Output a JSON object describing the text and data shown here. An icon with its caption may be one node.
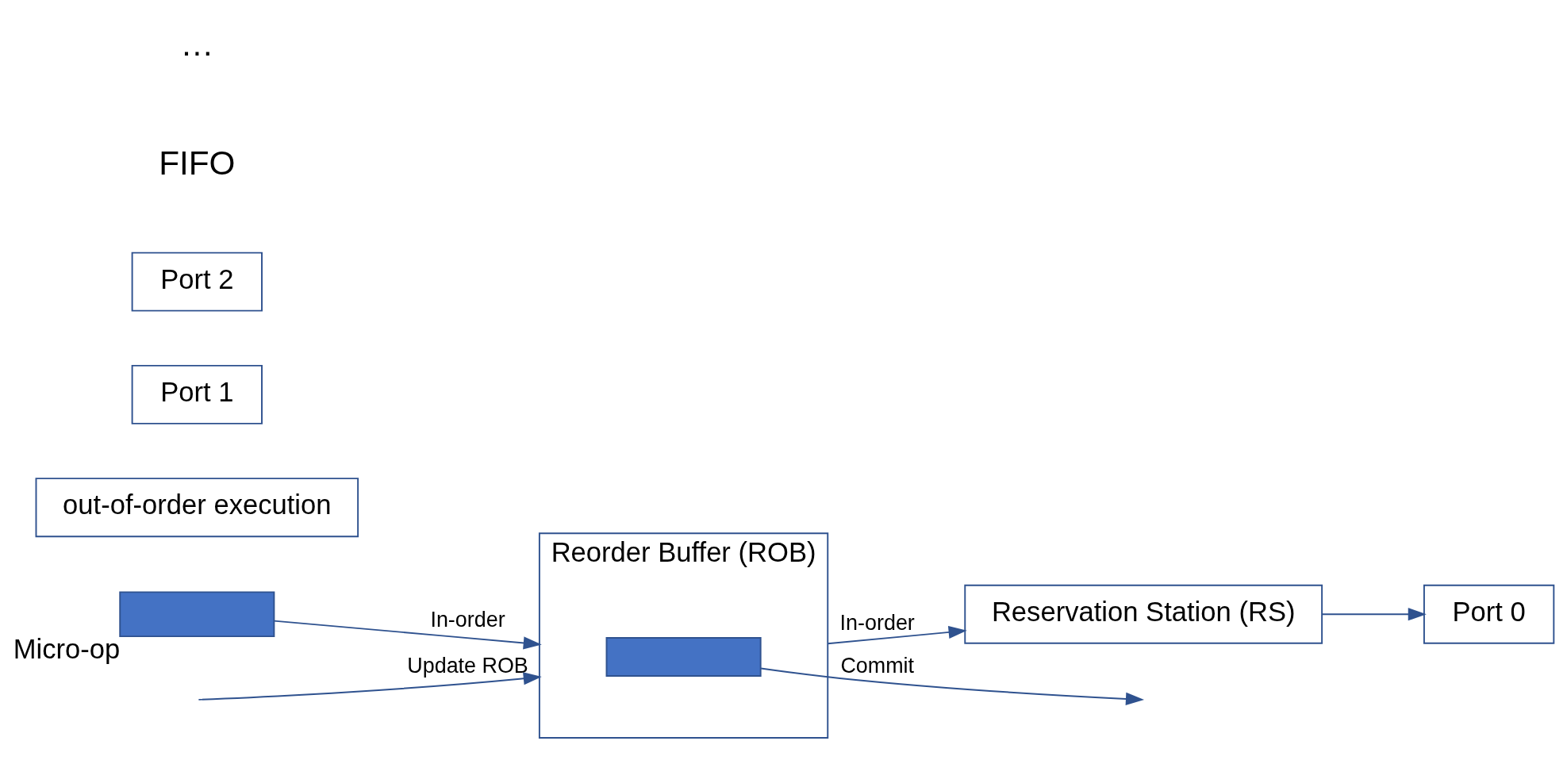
{
  "diagram": {
    "nodes": [
      {
        "text": [
          "Micro-op"
        ]
      },
      {
        "text": [
          "Reorder Buffer (ROB)"
        ]
      },
      {
        "text": [],
        "shape": "box",
        "in": 1
      },
      {
        "text": [
          "Reservation Station (RS)"
        ]
      },
      {
        "text": [
          "out-of-order execution"
        ]
      },
      {
        "text": [
          "Port 0"
        ]
      },
      {
        "text": [
          "Port 1"
        ]
      },
      {
        "text": [
          "Port 2"
        ]
      }
    ],
    "edges": [
      {
        "from": 0,
        "to": 1,
        "arrow": "to",
        "label": "In-order"
      },
      {
        "from": 1,
        "to": 3,
        "arrow": "to",
        "label": "In-order"
      },
      {
        "from": 3,
        "to": 5,
        "arrow": "to"
      },
      {
        "from": null,
        "to": 1,
        "arrow": "to",
        "label": "Update ROB"
      },
      {
        "from": 2,
        "to": null,
        "arrow": "to",
        "label": "Commit"
      }
    ],
    "labels": [
      "FIFO",
      "…"
    ]
  }
}
